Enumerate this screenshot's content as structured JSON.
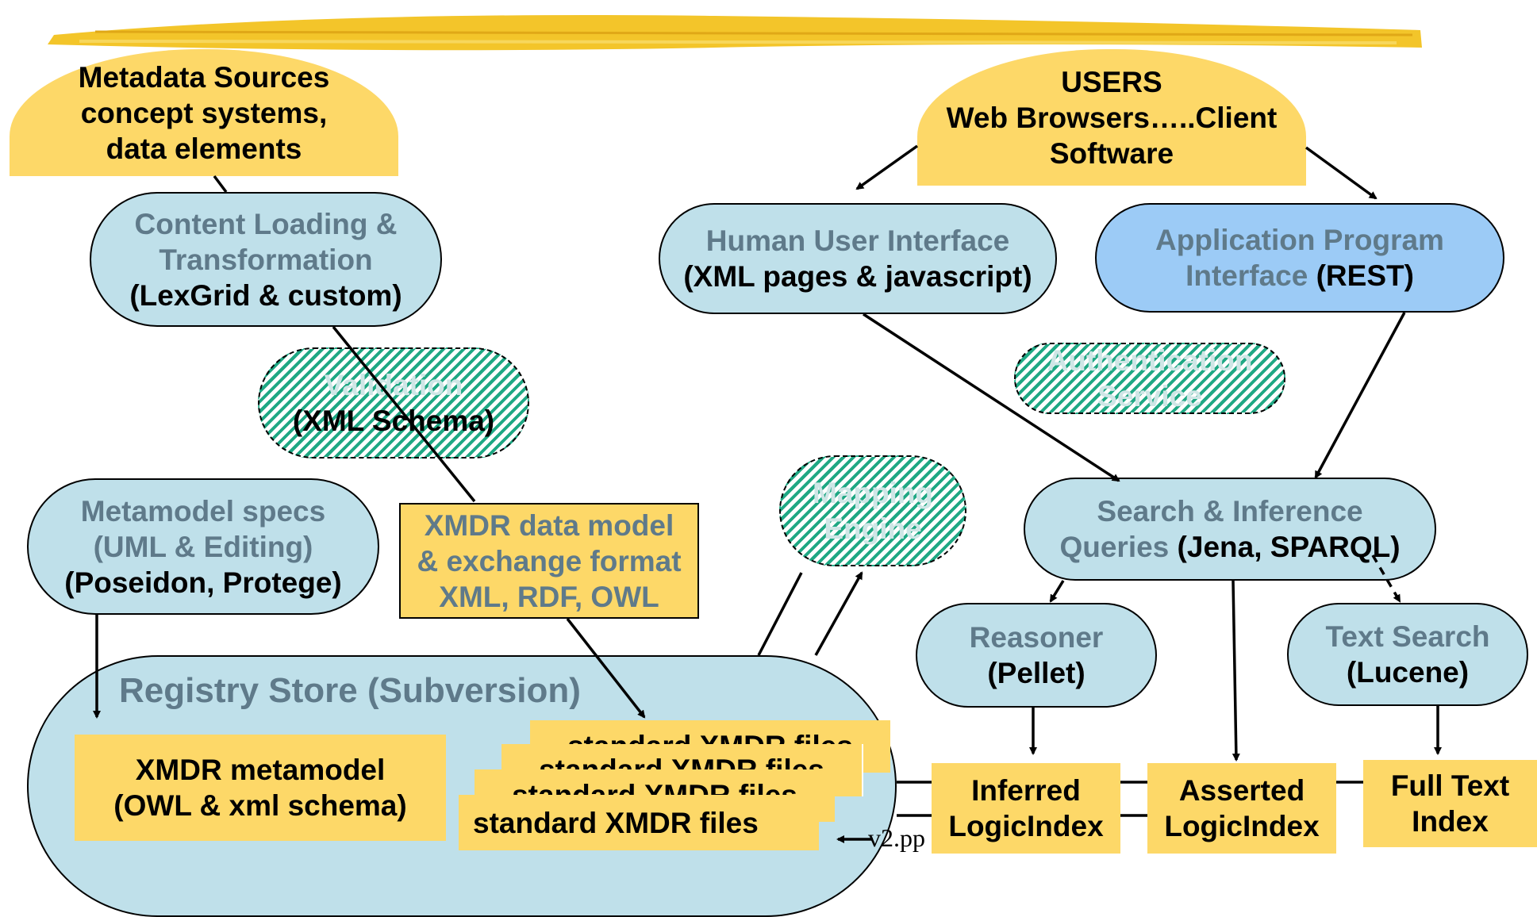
{
  "colors": {
    "pill": "#bfe0ea",
    "pill_blue": "#9ccbf6",
    "yellow": "#fdd868",
    "hatch": "#1fa884",
    "muted_text": "#5f7a8a"
  },
  "sources": {
    "line1": "Metadata Sources",
    "line2": "concept systems,",
    "line3": "data elements"
  },
  "users": {
    "line1": "USERS",
    "line2": "Web Browsers…..Client",
    "line3": "Software"
  },
  "loading": {
    "line1": "Content Loading &",
    "line2": "Transformation",
    "line3": "(LexGrid & custom)"
  },
  "validation": {
    "line1": "Validation",
    "line2": "(XML Schema)"
  },
  "hui": {
    "line1": "Human User Interface",
    "line2": "(XML pages & javascript)"
  },
  "api": {
    "line1": "Application Program",
    "line2a": "Interface ",
    "line2b": "(REST)"
  },
  "auth": {
    "line1": "Authentication",
    "line2": "Service"
  },
  "mapping": {
    "line1": "Mapping",
    "line2": "Engine"
  },
  "metamodel_specs": {
    "line1": "Metamodel specs",
    "line2": "(UML & Editing)",
    "line3": "(Poseidon, Protege)"
  },
  "xmdr_model": {
    "line1": "XMDR data model",
    "line2": "& exchange format",
    "line3": "XML, RDF, OWL"
  },
  "search": {
    "line1": "Search & Inference",
    "line2a": "Queries ",
    "line2b": "(Jena, SPARQL)"
  },
  "reasoner": {
    "line1": "Reasoner",
    "line2": "(Pellet)"
  },
  "textsearch": {
    "line1": "Text Search",
    "line2": "(Lucene)"
  },
  "registry": {
    "title": "Registry Store (Subversion)"
  },
  "xmdr_metamodel": {
    "line1": "XMDR metamodel",
    "line2": "(OWL & xml schema)"
  },
  "files": {
    "label": "standard XMDR files"
  },
  "inferred": {
    "line1": "Inferred",
    "line2": "LogicIndex"
  },
  "asserted": {
    "line1": "Asserted",
    "line2": "LogicIndex"
  },
  "fulltext": {
    "line1": "Full Text",
    "line2": "Index"
  },
  "footer_fragment": "v2.pp"
}
